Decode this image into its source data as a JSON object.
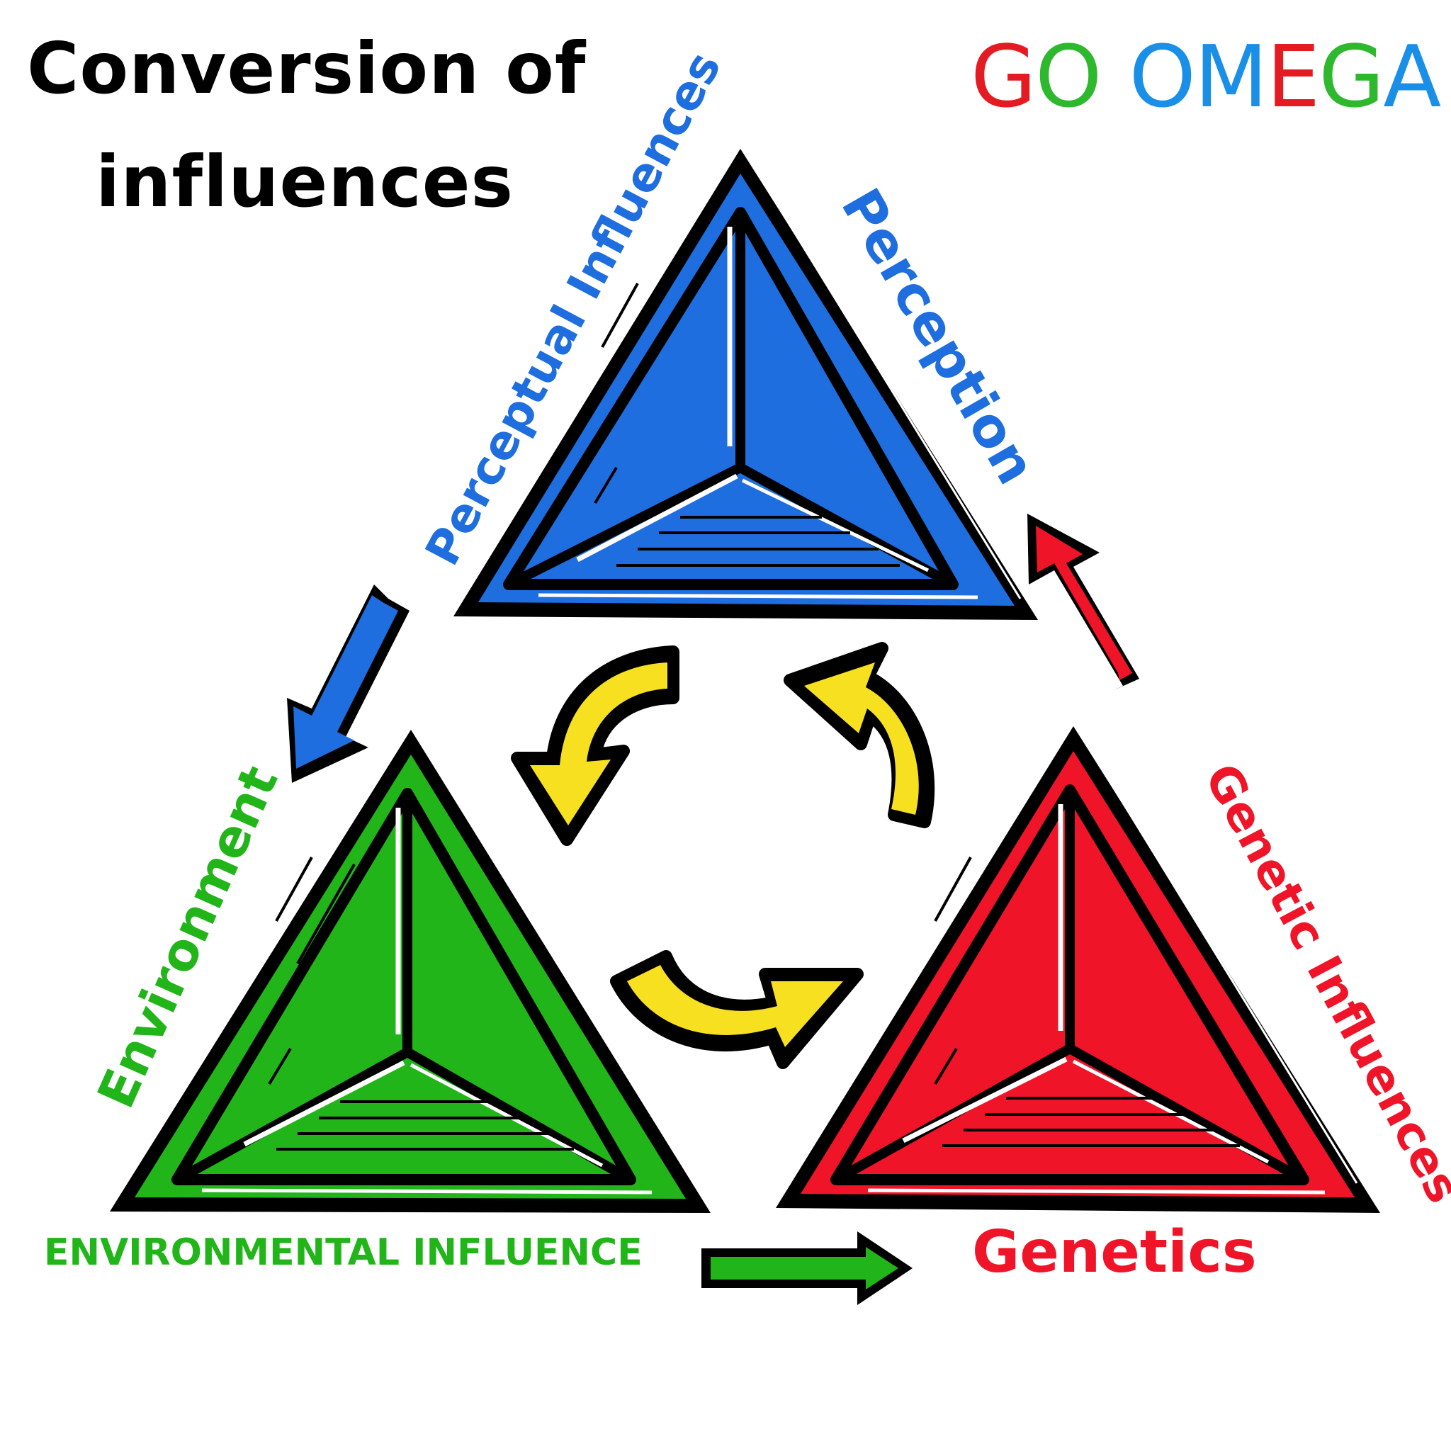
{
  "title": {
    "line1": "Conversion of",
    "line2": "influences"
  },
  "logo": {
    "letters": [
      {
        "ch": "G",
        "color": "#e41b23"
      },
      {
        "ch": "O",
        "color": "#2eb82e"
      },
      {
        "ch": " ",
        "color": "#ffffff"
      },
      {
        "ch": "O",
        "color": "#1a8fe8"
      },
      {
        "ch": "M",
        "color": "#1a8fe8"
      },
      {
        "ch": "E",
        "color": "#e41b23"
      },
      {
        "ch": "G",
        "color": "#2eb82e"
      },
      {
        "ch": "A",
        "color": "#1a8fe8"
      }
    ]
  },
  "nodes": {
    "perception": {
      "label": "Perception",
      "color": "#1e6ee0"
    },
    "environment": {
      "label": "Environment",
      "color": "#22b51a"
    },
    "genetics": {
      "label": "Genetics",
      "color": "#f01428"
    }
  },
  "edges": {
    "perceptual": {
      "label": "Perceptual Influences",
      "color": "#1e6ee0"
    },
    "environmental": {
      "label": "ENVIRONMENTAL INFLUENCE",
      "color": "#22b51a"
    },
    "genetic": {
      "label": "Genetic Influences",
      "color": "#f01428"
    }
  },
  "colors": {
    "outline": "#000000",
    "cycle_arrow": "#f7e020"
  }
}
